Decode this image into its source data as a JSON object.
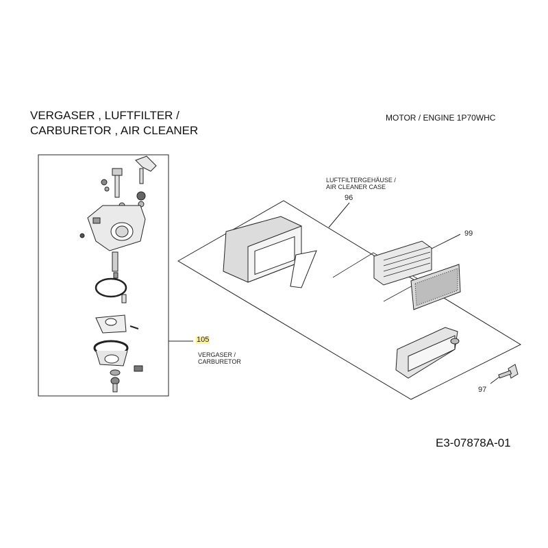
{
  "header": {
    "title_line1": "VERGASER , LUFTFILTER /",
    "title_line2": "CARBURETOR , AIR CLEANER",
    "motor": "MOTOR / ENGINE  1P70WHC"
  },
  "parts": [
    {
      "number": "96",
      "label_line1": "LUFTFILTERGEHÄUSE /",
      "label_line2": "AIR CLEANER CASE"
    },
    {
      "number": "99"
    },
    {
      "number": "97"
    },
    {
      "number": "105",
      "label_line1": "VERGASER /",
      "label_line2": "CARBURETOR",
      "highlight_color": "#fff59a"
    }
  ],
  "footer": {
    "drawing_code": "E3-07878A-01"
  }
}
